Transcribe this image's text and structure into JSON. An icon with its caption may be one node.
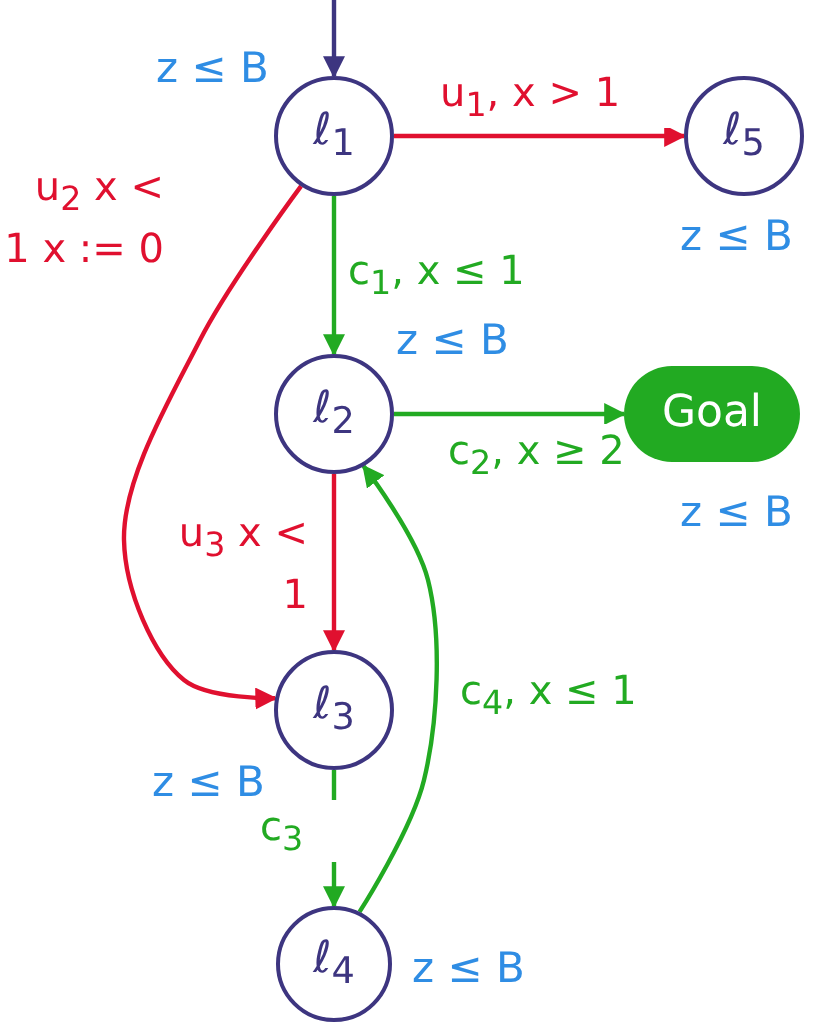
{
  "diagram": {
    "nodes": [
      {
        "text": [
          "ℓ$_{1}$"
        ],
        "beside": [
          "z ≤ B"
        ]
      },
      {
        "text": [
          "ℓ$_{5}$"
        ],
        "beside": [
          "z ≤ B"
        ]
      },
      {
        "text": [
          "ℓ$_{2}$"
        ],
        "beside": [
          "z ≤ B"
        ]
      },
      {
        "text": [
          "Goal"
        ],
        "beside": [
          "z ≤ B"
        ]
      },
      {
        "text": [
          "ℓ$_{3}$"
        ],
        "beside": [
          "z ≤ B"
        ]
      },
      {
        "text": [
          "ℓ$_{4}$"
        ],
        "beside": [
          "z ≤ B"
        ]
      }
    ],
    "edges": [
      {
        "from": null,
        "to": 0,
        "arrow": "to",
        "color": "#3d3580"
      },
      {
        "from": 0,
        "to": 1,
        "arrow": "to",
        "label": "u$_{1}$, x > 1",
        "color": "#e0102f"
      },
      {
        "from": 0,
        "to": 2,
        "arrow": "to",
        "label": "c$_{1}$, x ≤ 1",
        "color": "#22aa22"
      },
      {
        "from": 0,
        "to": 4,
        "arrow": "to",
        "label": "u$_{2}$ x < 1 x := 0",
        "color": "#e0102f"
      },
      {
        "from": 2,
        "to": 3,
        "arrow": "to",
        "label": "c$_{2}$, x ≥ 2",
        "color": "#22aa22"
      },
      {
        "from": 2,
        "to": 4,
        "arrow": "to",
        "label": "u$_{3}$ x < 1",
        "color": "#e0102f"
      },
      {
        "from": 4,
        "to": 5,
        "arrow": "to",
        "label": "c$_{3}$",
        "color": "#22aa22"
      },
      {
        "from": 5,
        "to": 2,
        "arrow": "to",
        "label": "c$_{4}$, x ≤ 1",
        "color": "#22aa22"
      }
    ]
  }
}
